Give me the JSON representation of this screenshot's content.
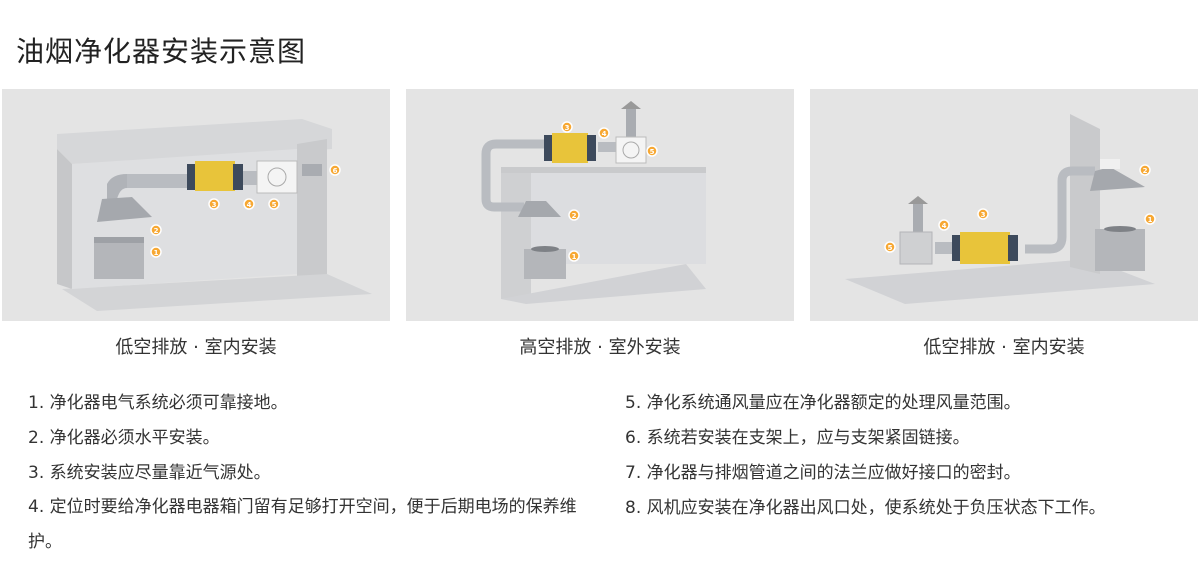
{
  "title": "油烟净化器安装示意图",
  "panels": [
    {
      "caption": "低空排放 · 室内安装",
      "markers": [
        "1",
        "2",
        "3",
        "4",
        "5",
        "6"
      ]
    },
    {
      "caption": "高空排放 · 室外安装",
      "markers": [
        "1",
        "2",
        "3",
        "4",
        "5"
      ]
    },
    {
      "caption": "低空排放 · 室内安装",
      "markers": [
        "1",
        "2",
        "3",
        "4",
        "5"
      ]
    }
  ],
  "notes_left": [
    "1. 净化器电气系统必须可靠接地。",
    "2. 净化器必须水平安装。",
    "3. 系统安装应尽量靠近气源处。",
    "4. 定位时要给净化器电器箱门留有足够打开空间，便于后期电场的保养维护。"
  ],
  "notes_right": [
    "5. 净化系统通风量应在净化器额定的处理风量范围。",
    "6. 系统若安装在支架上，应与支架紧固链接。",
    "7. 净化器与排烟管道之间的法兰应做好接口的密封。",
    "8. 风机应安装在净化器出风口处，使系统处于负压状态下工作。"
  ],
  "colors": {
    "panel_bg": "#e4e4e4",
    "wall": "#cfd0d2",
    "purifier": "#e8c43a",
    "purifier_end": "#3d4a5c",
    "duct": "#b9bcc1",
    "marker": "#f7a833"
  },
  "icons": [
    "kitchen-hood-icon",
    "stove-icon",
    "purifier-icon",
    "fan-icon",
    "duct-icon"
  ]
}
